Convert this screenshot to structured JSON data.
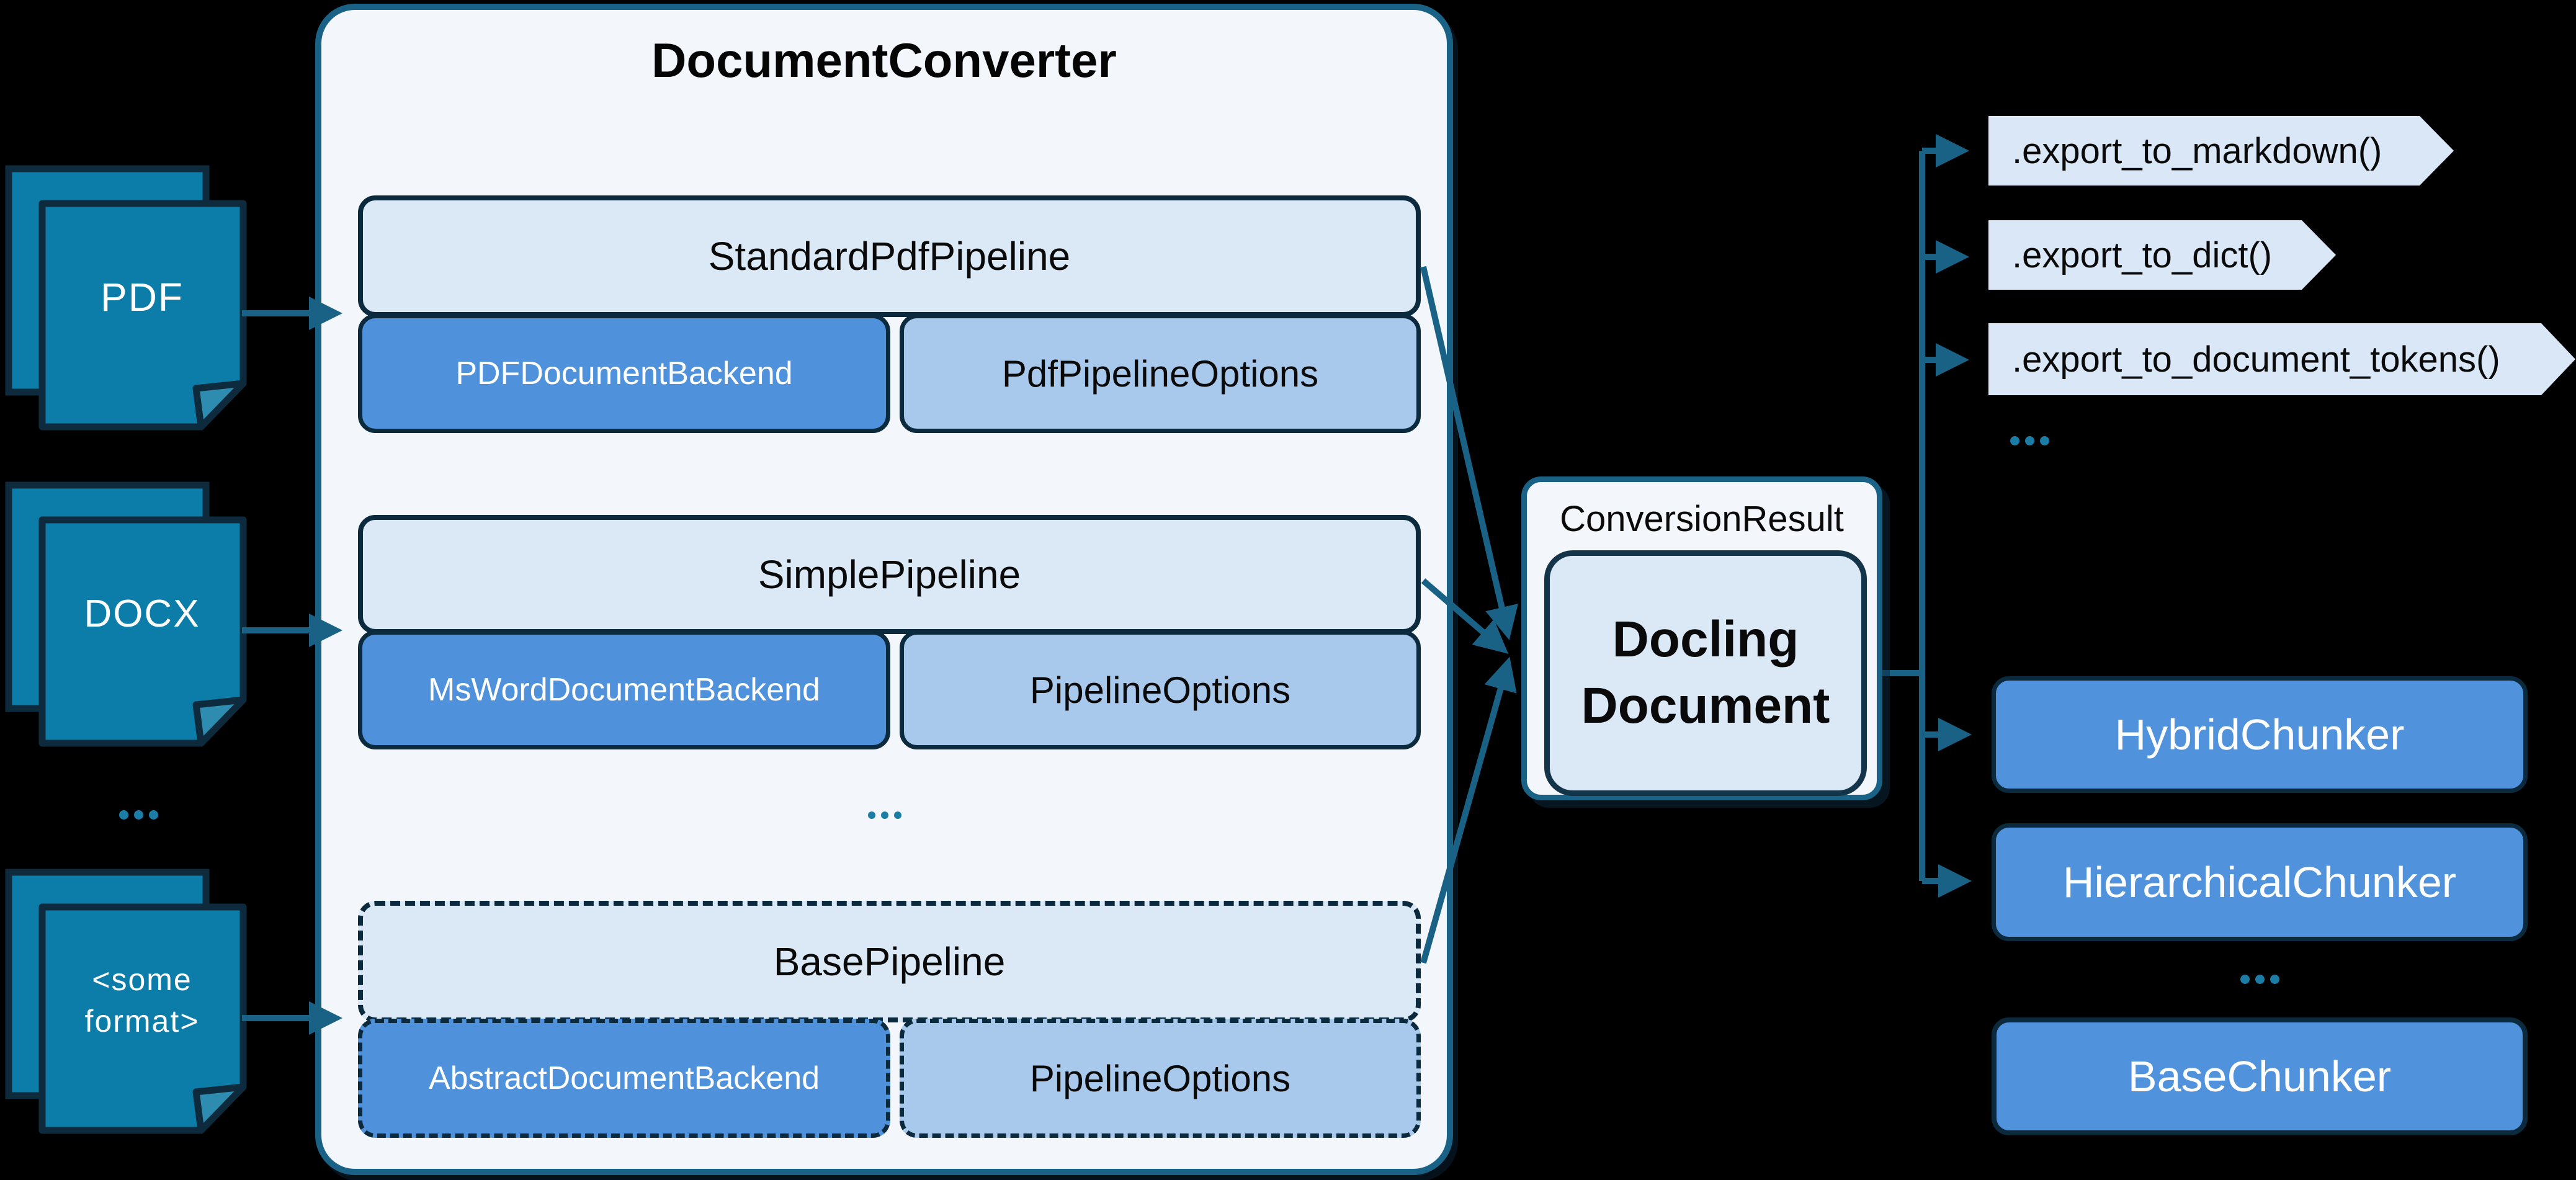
{
  "title": "DocumentConverter",
  "sources": [
    {
      "label": "PDF"
    },
    {
      "label": "DOCX"
    },
    {
      "label": "<some format>"
    }
  ],
  "sources_ellipsis": "...",
  "converter": {
    "pipelines": [
      {
        "name": "StandardPdfPipeline",
        "backend": "PDFDocumentBackend",
        "options": "PdfPipelineOptions"
      },
      {
        "name": "SimplePipeline",
        "backend": "MsWordDocumentBackend",
        "options": "PipelineOptions"
      },
      {
        "name": "BasePipeline",
        "backend": "AbstractDocumentBackend",
        "options": "PipelineOptions"
      }
    ],
    "ellipsis": "..."
  },
  "result": {
    "label": "ConversionResult",
    "document": "Docling Document"
  },
  "exports": {
    "methods": [
      ".export_to_markdown()",
      ".export_to_dict()",
      ".export_to_document_tokens()"
    ],
    "ellipsis": "..."
  },
  "chunkers": {
    "items": [
      "HybridChunker",
      "HierarchicalChunker",
      "BaseChunker"
    ],
    "ellipsis": "..."
  },
  "colors": {
    "teal_accent": "#1A6285",
    "document_fill": "#0C7CA8",
    "panel_fill": "#F3F6FB",
    "light_box_fill": "#DBE8F6",
    "backend_fill": "#4F92DB",
    "options_fill": "#A9C9EC",
    "chunker_fill": "#5092DC",
    "tag_fill": "#D9E7F7",
    "border_dark": "#0B2A3D"
  }
}
